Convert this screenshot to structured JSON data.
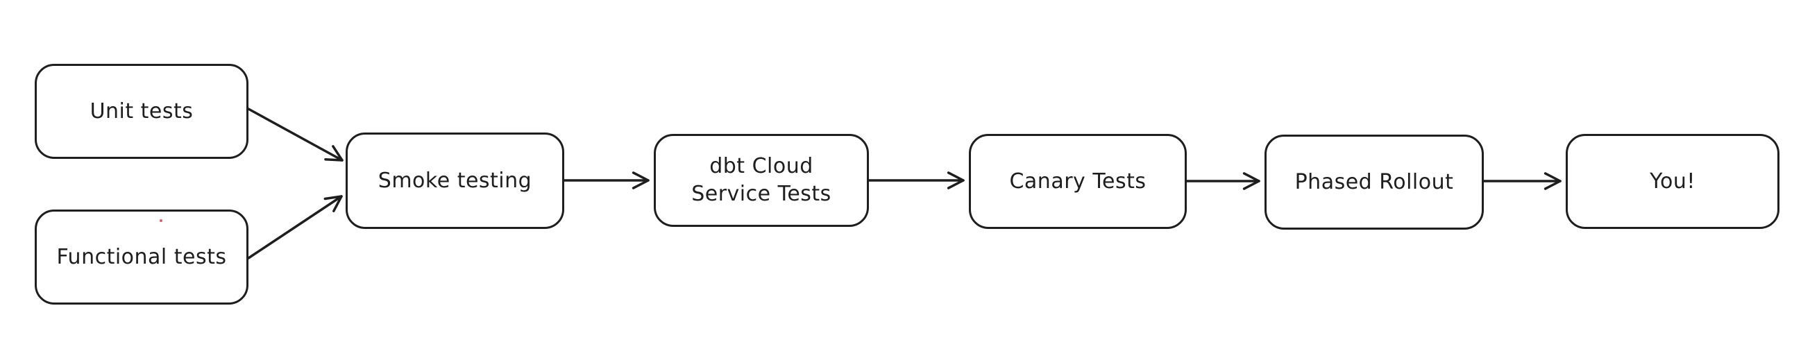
{
  "diagram": {
    "title": "Testing and rollout pipeline flowchart",
    "colors": {
      "background": "#ffffff",
      "stroke": "#1e1e1e",
      "node_fill": "#ffffff",
      "speck": "#d64545"
    },
    "nodes": [
      {
        "id": "unit-tests",
        "lines": [
          "Unit tests"
        ]
      },
      {
        "id": "functional-tests",
        "lines": [
          "Functional tests"
        ]
      },
      {
        "id": "smoke-testing",
        "lines": [
          "Smoke testing"
        ]
      },
      {
        "id": "dbt-cloud-service-tests",
        "lines": [
          "dbt Cloud",
          "Service Tests"
        ]
      },
      {
        "id": "canary-tests",
        "lines": [
          "Canary Tests"
        ]
      },
      {
        "id": "phased-rollout",
        "lines": [
          "Phased Rollout"
        ]
      },
      {
        "id": "you",
        "lines": [
          "You!"
        ]
      }
    ],
    "edges": [
      {
        "from": "unit-tests",
        "to": "smoke-testing"
      },
      {
        "from": "functional-tests",
        "to": "smoke-testing"
      },
      {
        "from": "smoke-testing",
        "to": "dbt-cloud-service-tests"
      },
      {
        "from": "dbt-cloud-service-tests",
        "to": "canary-tests"
      },
      {
        "from": "canary-tests",
        "to": "phased-rollout"
      },
      {
        "from": "phased-rollout",
        "to": "you"
      }
    ]
  }
}
